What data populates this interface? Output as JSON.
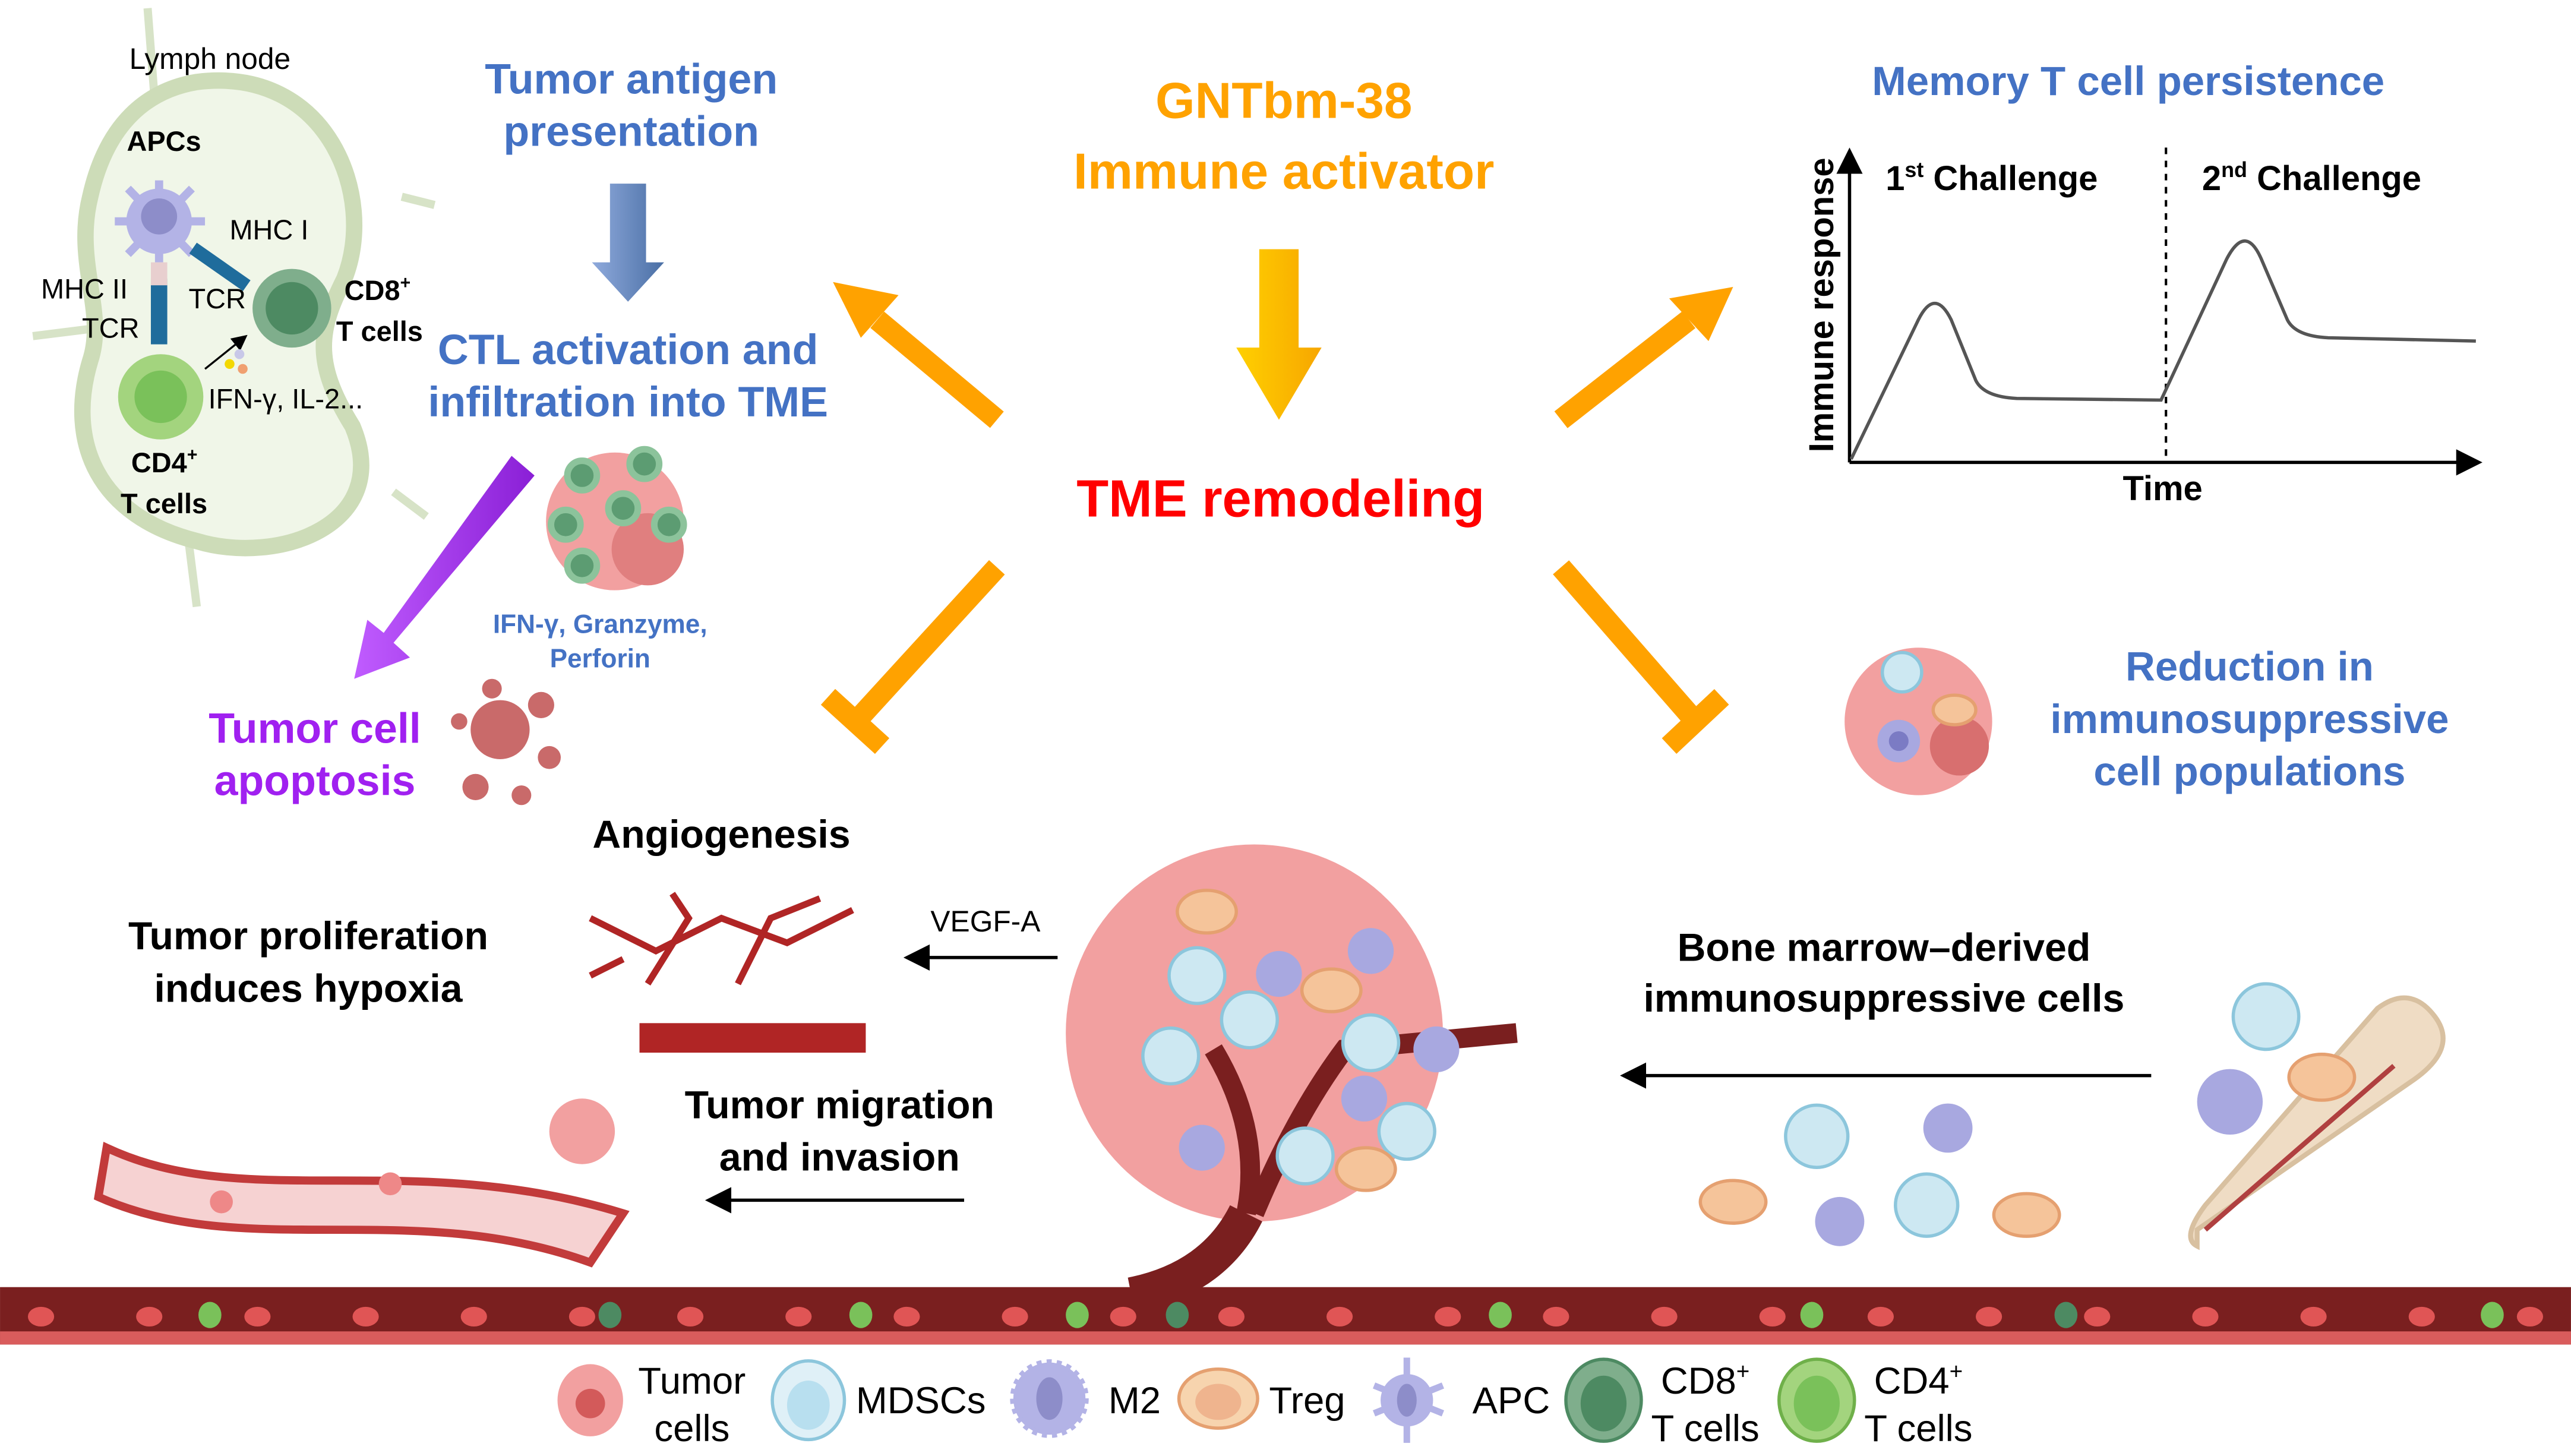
{
  "colors": {
    "blue": "#4472C4",
    "orange": "#FFA200",
    "red": "#FF0000",
    "purple": "#A020F0",
    "vessel": "#7A1F1F"
  },
  "lymph_node": {
    "title": "Lymph node",
    "apcs": "APCs",
    "mhc1": "MHC I",
    "mhc2": "MHC II",
    "tcr_left": "TCR",
    "tcr_right": "TCR",
    "cd8": "CD8",
    "cd8_sup": "+",
    "cd8_tcells": "T cells",
    "cytokines": "IFN-γ, IL-2...",
    "cd4": "CD4",
    "cd4_sup": "+",
    "cd4_tcells": "T cells"
  },
  "left": {
    "antigen_1": "Tumor antigen",
    "antigen_2": "presentation",
    "ctl_1": "CTL activation and",
    "ctl_2": "infiltration into TME",
    "effectors_1": "IFN-γ, Granzyme,",
    "effectors_2": "Perforin",
    "apoptosis_1": "Tumor cell",
    "apoptosis_2": "apoptosis"
  },
  "center": {
    "drug": "GNTbm-38",
    "drug_role": "Immune activator",
    "remodeling": "TME remodeling"
  },
  "memory": {
    "title": "Memory T cell persistence",
    "ylabel": "Immune response",
    "xlabel": "Time",
    "first_num": "1",
    "first_sup": "st",
    "first_label": " Challenge",
    "second_num": "2",
    "second_sup": "nd",
    "second_label": " Challenge"
  },
  "reduction": {
    "line1": "Reduction in",
    "line2": "immunosuppressive",
    "line3": "cell populations"
  },
  "bottom": {
    "angiogenesis": "Angiogenesis",
    "hypoxia_1": "Tumor proliferation",
    "hypoxia_2": "induces hypoxia",
    "vegf": "VEGF-A",
    "migration_1": "Tumor migration",
    "migration_2": "and invasion",
    "bone_1": "Bone marrow–derived",
    "bone_2": "immunosuppressive cells"
  },
  "legend": [
    {
      "label1": "Tumor",
      "label2": "cells",
      "icon": "tumor-cell-icon"
    },
    {
      "label1": "MDSCs",
      "icon": "mdsc-icon"
    },
    {
      "label1": "M2",
      "icon": "m2-macrophage-icon"
    },
    {
      "label1": "Treg",
      "icon": "treg-icon"
    },
    {
      "label1": "APC",
      "icon": "apc-icon"
    },
    {
      "label1": "CD8",
      "sup": "+",
      "label2": "T cells",
      "icon": "cd8-t-cell-icon"
    },
    {
      "label1": "CD4",
      "sup": "+",
      "label2": "T cells",
      "icon": "cd4-t-cell-icon"
    }
  ]
}
